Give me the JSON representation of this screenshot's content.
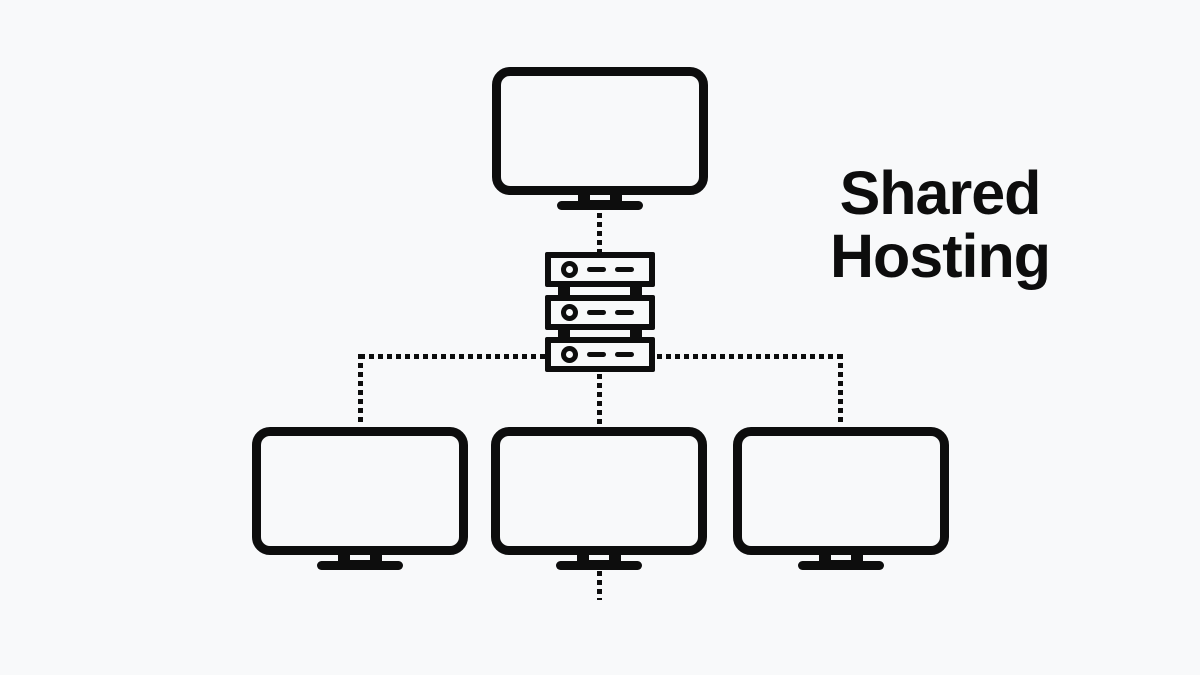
{
  "title": {
    "line1": "Shared",
    "line2": "Hosting"
  },
  "colors": {
    "background": "#f8f9fa",
    "ink": "#0d0d0d"
  },
  "diagram": {
    "type": "topology",
    "nodes": [
      {
        "id": "host-monitor",
        "icon": "monitor-icon"
      },
      {
        "id": "server-rack",
        "icon": "server-rack-icon",
        "units": 3
      },
      {
        "id": "client-monitor-1",
        "icon": "monitor-icon"
      },
      {
        "id": "client-monitor-2",
        "icon": "monitor-icon"
      },
      {
        "id": "client-monitor-3",
        "icon": "monitor-icon"
      }
    ],
    "connections": [
      {
        "from": "host-monitor",
        "to": "server-rack",
        "style": "dotted"
      },
      {
        "from": "server-rack",
        "to": "client-monitor-1",
        "style": "dotted"
      },
      {
        "from": "server-rack",
        "to": "client-monitor-2",
        "style": "dotted"
      },
      {
        "from": "server-rack",
        "to": "client-monitor-3",
        "style": "dotted"
      }
    ]
  }
}
